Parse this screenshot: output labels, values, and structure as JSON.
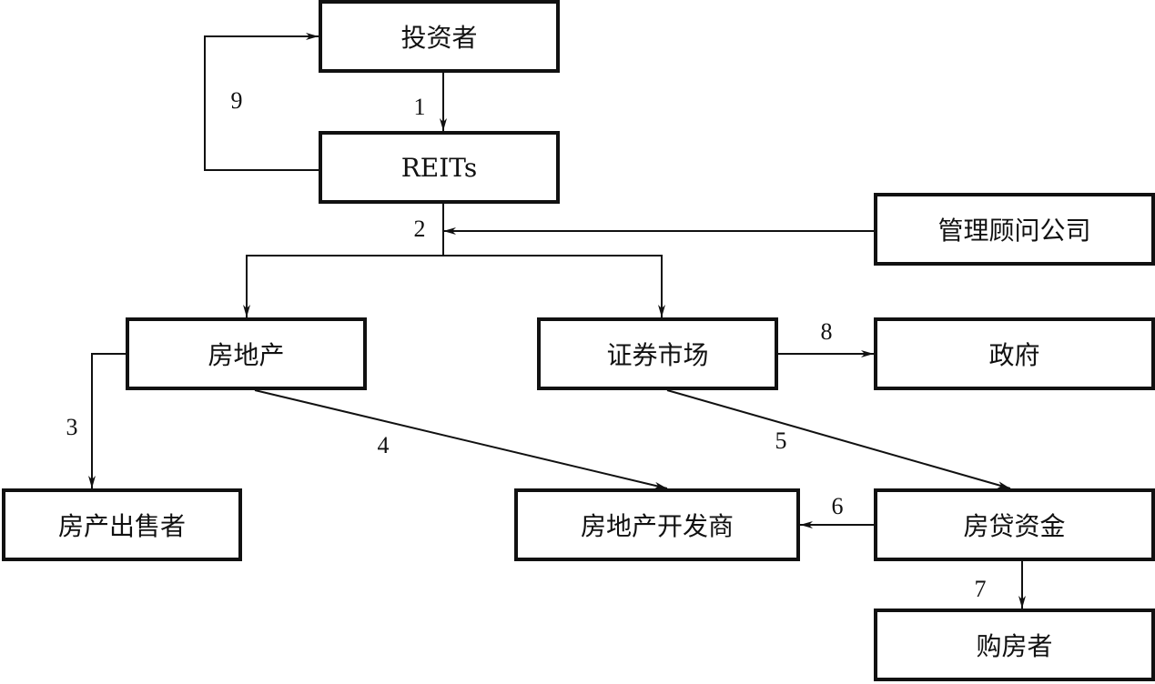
{
  "nodes": {
    "investor": "投资者",
    "reits": "REITs",
    "consultant": "管理顾问公司",
    "real_estate": "房地产",
    "securities_market": "证券市场",
    "government": "政府",
    "property_seller": "房产出售者",
    "developer": "房地产开发商",
    "mortgage_funds": "房贷资金",
    "home_buyer": "购房者"
  },
  "edges": [
    {
      "id": "1",
      "label": "1",
      "from": "investor",
      "to": "reits"
    },
    {
      "id": "2",
      "label": "2",
      "from": "reits",
      "to": "real_estate / securities_market"
    },
    {
      "id": "2b",
      "label": "",
      "from": "consultant",
      "to": "reits-branch"
    },
    {
      "id": "3",
      "label": "3",
      "from": "real_estate",
      "to": "property_seller"
    },
    {
      "id": "4",
      "label": "4",
      "from": "real_estate",
      "to": "developer"
    },
    {
      "id": "5",
      "label": "5",
      "from": "securities_market",
      "to": "mortgage_funds"
    },
    {
      "id": "6",
      "label": "6",
      "from": "mortgage_funds",
      "to": "developer"
    },
    {
      "id": "7",
      "label": "7",
      "from": "mortgage_funds",
      "to": "home_buyer"
    },
    {
      "id": "8",
      "label": "8",
      "from": "securities_market",
      "to": "government"
    },
    {
      "id": "9",
      "label": "9",
      "from": "reits",
      "to": "investor"
    }
  ]
}
